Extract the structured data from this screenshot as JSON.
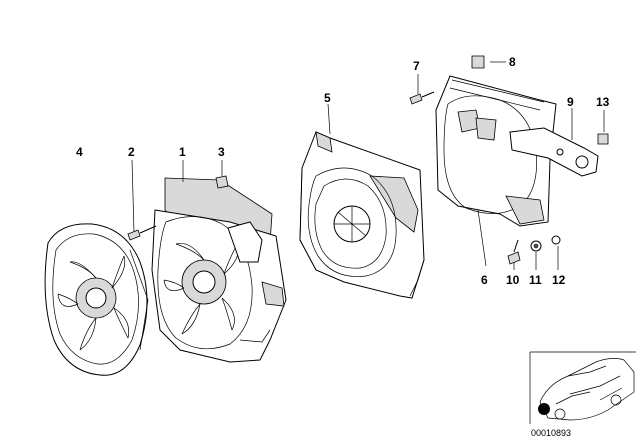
{
  "diagram": {
    "callouts": [
      "1",
      "2",
      "3",
      "4",
      "5",
      "6",
      "7",
      "8",
      "9",
      "10",
      "11",
      "12",
      "13"
    ],
    "drawing_code": "00010893"
  },
  "colors": {
    "ink": "#000000",
    "background": "#ffffff",
    "shade": "#d9d9d9",
    "highlight": "#000000"
  }
}
